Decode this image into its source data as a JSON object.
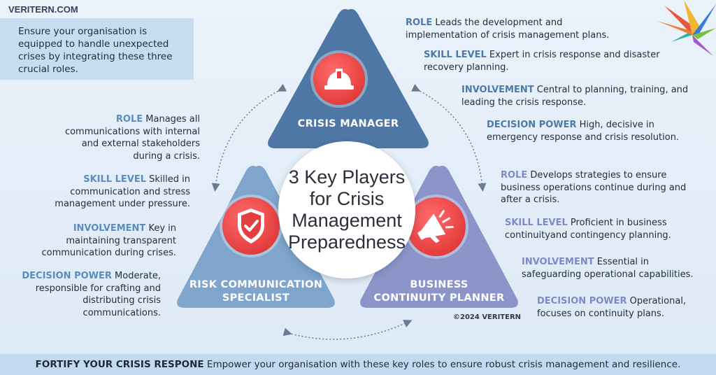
{
  "brand": "VERITERN.COM",
  "intro": "Ensure your organisation is equipped to handle unexpected crises by integrating these three crucial roles.",
  "center_title": "3 Key Players for Crisis Management Preparedness",
  "roles": {
    "crisis_manager": {
      "title": "CRISIS MANAGER",
      "icon": "hard-hat-icon",
      "role_key": "ROLE",
      "role_text": " Leads the development and implementation of crisis management plans.",
      "skill_key": "SKILL LEVEL",
      "skill_text": "Expert in crisis response and disaster recovery planning.",
      "involvement_key": "INVOLVEMENT",
      "involvement_text": "Central to planning, training, and leading the crisis response.",
      "decision_key": "DECISION POWER",
      "decision_text": "High, decisive in emergency response and crisis resolution."
    },
    "risk_communication": {
      "title_line1": "RISK COMMUNICATION",
      "title_line2": "SPECIALIST",
      "icon": "shield-check-icon",
      "role_key": "ROLE",
      "role_text": "Manages all communications with internal and external stakeholders during a crisis.",
      "skill_key": "SKILL LEVEL",
      "skill_text": "Skilled in communication and stress management under pressure.",
      "involvement_key": "INVOLVEMENT",
      "involvement_text": "Key in maintaining transparent communication during crises.",
      "decision_key": "DECISION POWER",
      "decision_text": "Moderate, responsible for crafting and distributing crisis communications."
    },
    "business_continuity": {
      "title_line1": "BUSINESS",
      "title_line2": "CONTINUITY PLANNER",
      "icon": "megaphone-icon",
      "role_key": "ROLE",
      "role_text": "Develops strategies to ensure business operations continue during and after a crisis.",
      "skill_key": "SKILL LEVEL",
      "skill_text": "Proficient in business continuityand contingency planning.",
      "involvement_key": "INVOLVEMENT",
      "involvement_text": "Essential in safeguarding operational capabilities.",
      "decision_key": "DECISION POWER",
      "decision_text": "Operational, focuses on continuity plans."
    }
  },
  "copyright": "©2024 VERITERN",
  "footer": {
    "key": "FORTIFY YOUR CRISIS RESPONE",
    "text": "Empower your organisation with these key roles to ensure robust crisis management and resilience."
  },
  "colors": {
    "top_triangle": "#4e77a6",
    "left_triangle": "#7fa5cc",
    "right_triangle": "#8c95c9",
    "icon_red": "#e53e3e",
    "intro_box": "#c6dcf1",
    "footer_bar": "#c3d9ef"
  }
}
